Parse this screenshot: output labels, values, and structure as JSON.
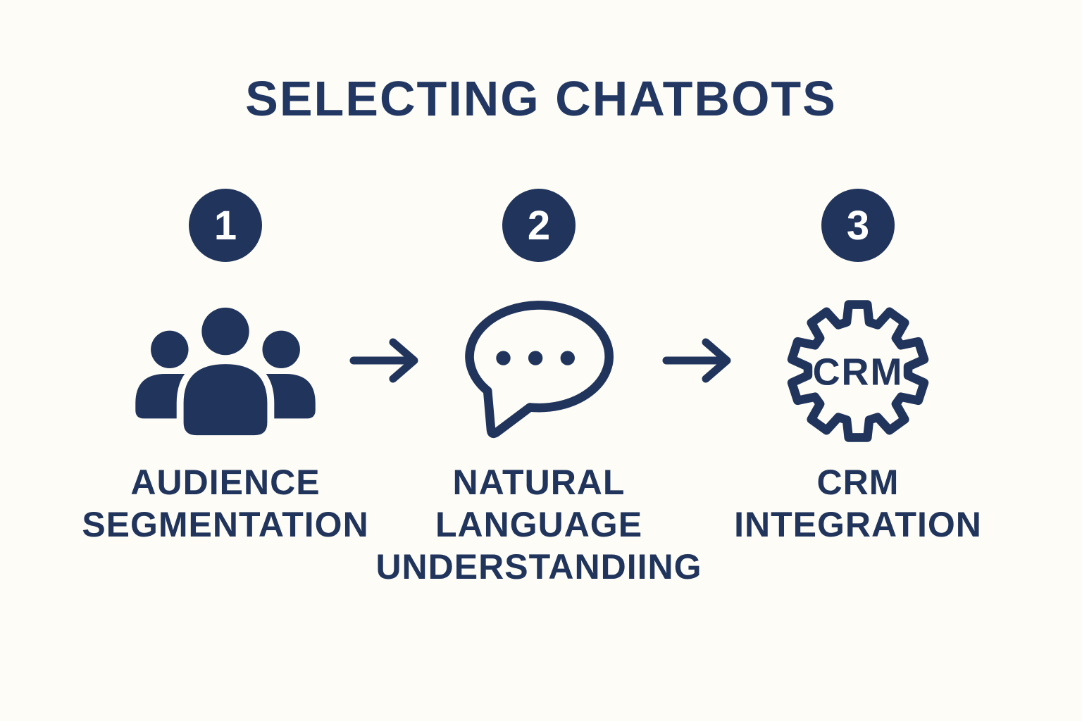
{
  "title": "SELECTING CHATBOTS",
  "colors": {
    "navy": "#20345C",
    "background": "#FDFCF6",
    "number_text": "#FFFFFF"
  },
  "steps": [
    {
      "number": "1",
      "label": "AUDIENCE SEGMENTATION",
      "lines": [
        "AUDIENCE",
        "SEGMENTATION"
      ],
      "icon": "audience-group-icon"
    },
    {
      "number": "2",
      "label": "NATURAL LANGUAGE UNDERSTANDIING",
      "lines": [
        "NATURAL",
        "LANGUAGE",
        "UNDERSTANDIING"
      ],
      "icon": "chat-bubble-icon"
    },
    {
      "number": "3",
      "label": "CRM INTEGRATION",
      "lines": [
        "CRM",
        "INTEGRATION"
      ],
      "icon": "crm-gear-icon",
      "icon_text": "CRM"
    }
  ],
  "connectors": [
    "right-arrow-icon",
    "right-arrow-icon"
  ]
}
